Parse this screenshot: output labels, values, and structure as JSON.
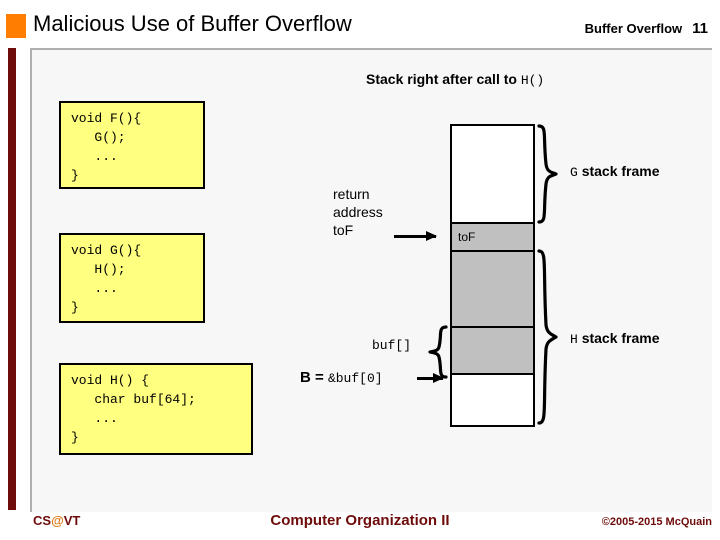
{
  "header": {
    "title": "Malicious Use of Buffer Overflow",
    "topic": "Buffer Overflow",
    "slide_number": "11",
    "accent_color": "#FF7D00",
    "bar_color": "#6E0B0B"
  },
  "code_blocks": [
    {
      "id": "code-f",
      "function": "F",
      "text": "void F(){\n   G();\n   ...\n}",
      "background": "#FFFF80"
    },
    {
      "id": "code-g",
      "function": "G",
      "text": "void G(){\n   H();\n   ...\n}",
      "background": "#FFFF80"
    },
    {
      "id": "code-h",
      "function": "H",
      "text": "void H() {\n   char buf[64];\n   ...\n}",
      "background": "#FFFF80"
    }
  ],
  "diagram": {
    "caption_prefix": "Stack right after call to ",
    "caption_mono": "H()",
    "return_address_label": "return\naddress\ntoF",
    "buf_label": "buf[]",
    "buf_pointer_prefix": "B = ",
    "buf_pointer_mono": "&buf[0]",
    "g_frame_mono": "G",
    "g_frame_label": " stack frame",
    "h_frame_mono": "H",
    "h_frame_label": " stack frame",
    "cells": [
      {
        "name": "g-frame-body",
        "text": "",
        "fill": "#FFFFFF",
        "height": 98
      },
      {
        "name": "return-address",
        "text": "toF",
        "fill": "#C0C0C0",
        "height": 28
      },
      {
        "name": "h-frame-saved",
        "text": "",
        "fill": "#C0C0C0",
        "height": 76
      },
      {
        "name": "h-frame-buf",
        "text": "",
        "fill": "#C0C0C0",
        "height": 47
      },
      {
        "name": "h-frame-rest",
        "text": "",
        "fill": "#FFFFFF",
        "height": 50
      }
    ]
  },
  "footer": {
    "org_prefix": "CS",
    "org_at": "@",
    "org_suffix": "VT",
    "course": "Computer Organization II",
    "copyright": "©2005-2015 McQuain",
    "color": "#6E0B0B"
  }
}
